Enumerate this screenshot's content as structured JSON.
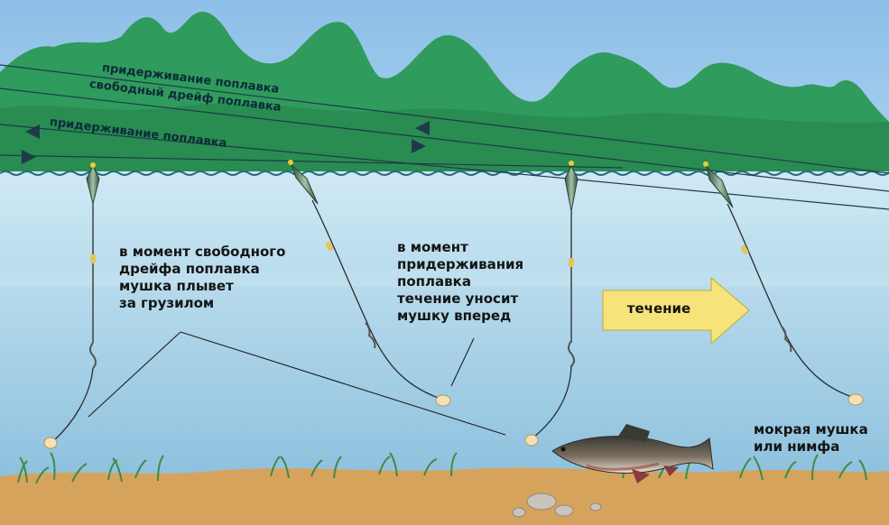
{
  "motion_lines": {
    "hold_top": "придерживание поплавка",
    "free_drift": "свободный дрейф поплавка",
    "hold_bottom": "придерживание поплавка"
  },
  "annotations": {
    "free_drift_note": "в момент свободного\nдрейфа поплавка\nмушка плывет\nза грузилом",
    "hold_note": "в момент\nпридерживания\nпоплавка\nтечение уносит\nмушку вперед",
    "fly_note": "мокрая мушка\nили нимфа"
  },
  "current_arrow": {
    "label": "течение",
    "color": "#f6e47a"
  },
  "colors": {
    "sky": "#97c3e8",
    "hills": "#2e9a5a",
    "water": "#b7dcec",
    "bottom": "#d9a75f"
  }
}
